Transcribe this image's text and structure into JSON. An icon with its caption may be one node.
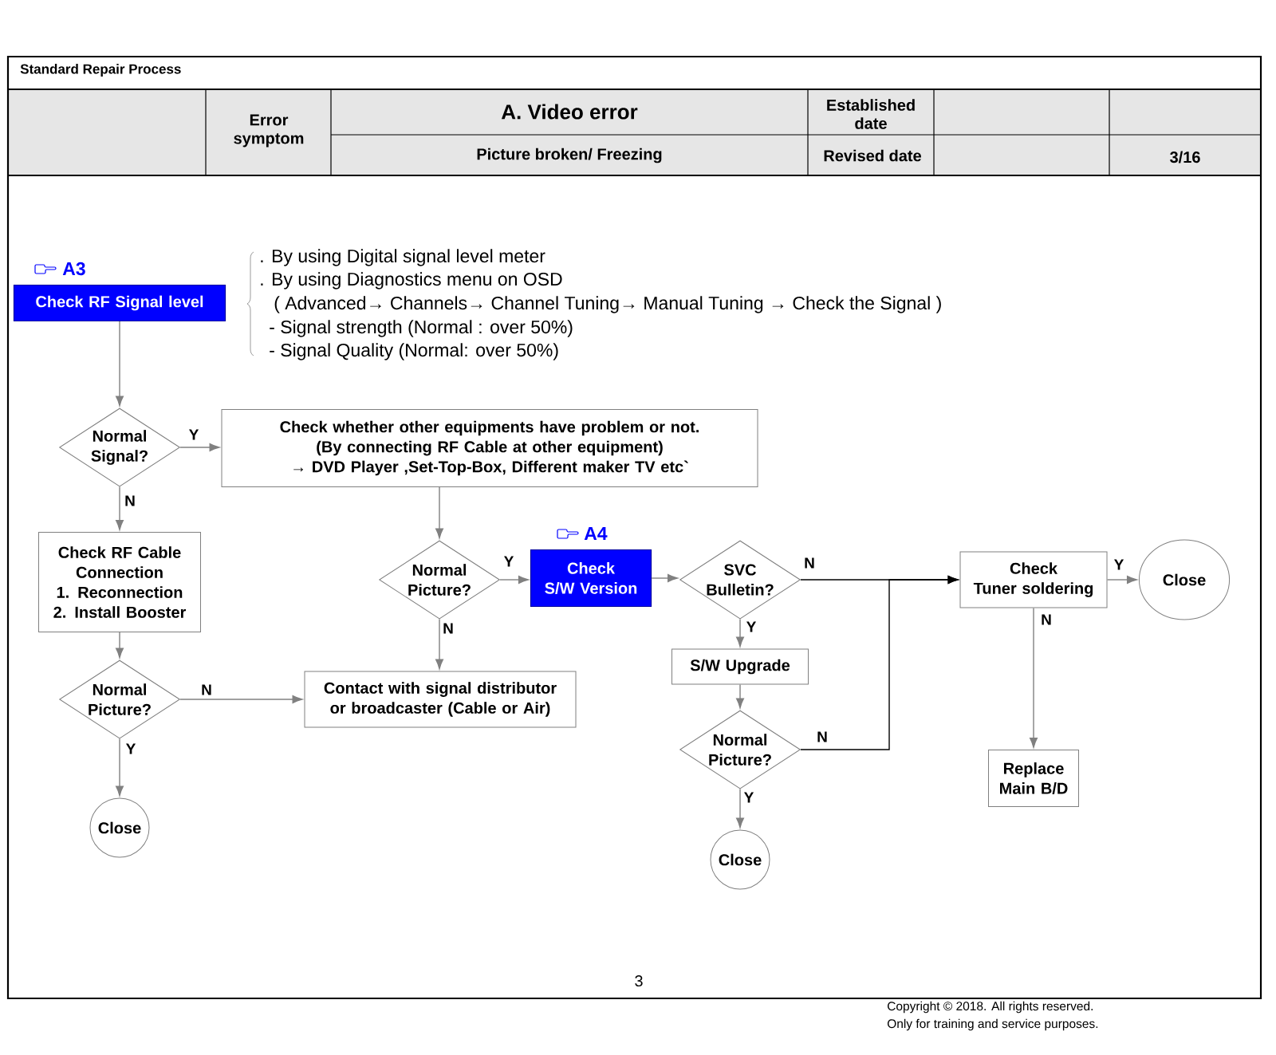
{
  "diagram": {
    "nodes": [
      {
        "text": [
          "Check RF Signal level"
        ],
        "beside": [
          "A3"
        ]
      },
      {
        "text": [
          "Normal Signal?"
        ]
      },
      {
        "text": [
          "Check whether other equipments have problem or not.",
          "(By connecting RF Cable at other equipment)",
          "→ DVD Player ,Set-Top-Box, Different maker TV etc`"
        ]
      },
      {
        "text": [
          "Check RF Cable Connection",
          "1. Reconnection",
          "2. Install Booster"
        ]
      },
      {
        "text": [
          "Normal Picture?"
        ]
      },
      {
        "text": [
          "Close"
        ]
      },
      {
        "text": [
          "Contact with signal distributor or broadcaster (Cable or Air)"
        ]
      },
      {
        "text": [
          "Normal Picture?"
        ]
      },
      {
        "text": [
          "Check",
          "S/W Version"
        ],
        "beside": [
          "A4"
        ]
      },
      {
        "text": [
          "SVC Bulletin?"
        ]
      },
      {
        "text": [
          "S/W Upgrade"
        ]
      },
      {
        "text": [
          "Normal Picture?"
        ]
      },
      {
        "text": [
          "Close"
        ]
      },
      {
        "text": [
          "Check",
          "Tuner soldering"
        ]
      },
      {
        "text": [
          "Close"
        ]
      },
      {
        "text": [
          "Replace Main B/D"
        ]
      }
    ],
    "edges": [
      {
        "from": 0,
        "to": 1,
        "arrow": "to"
      },
      {
        "from": 1,
        "to": 2,
        "arrow": "to",
        "label": "Y"
      },
      {
        "from": 1,
        "to": 3,
        "arrow": "to",
        "label": "N"
      },
      {
        "from": 3,
        "to": 4,
        "arrow": "to"
      },
      {
        "from": 4,
        "to": 6,
        "arrow": "to",
        "label": "N"
      },
      {
        "from": 4,
        "to": 5,
        "arrow": "to",
        "label": "Y"
      },
      {
        "from": 2,
        "to": 7,
        "arrow": "to"
      },
      {
        "from": 7,
        "to": 8,
        "arrow": "to",
        "label": "Y"
      },
      {
        "from": 7,
        "to": 6,
        "arrow": "to",
        "label": "N"
      },
      {
        "from": 8,
        "to": 9,
        "arrow": "to"
      },
      {
        "from": 9,
        "to": 13,
        "arrow": "to",
        "label": "N",
        "color": "#000000"
      },
      {
        "from": 9,
        "to": 10,
        "arrow": "to",
        "label": "Y"
      },
      {
        "from": 10,
        "to": 11,
        "arrow": "to"
      },
      {
        "from": 11,
        "to": 13,
        "arrow": "to",
        "label": "N",
        "color": "#000000"
      },
      {
        "from": 11,
        "to": 12,
        "arrow": "to",
        "label": "Y"
      },
      {
        "from": 13,
        "to": 14,
        "arrow": "to",
        "label": "Y"
      },
      {
        "from": 13,
        "to": 15,
        "arrow": "to",
        "label": "N"
      }
    ],
    "labels": [
      "Standard Repair Process",
      "Error symptom",
      "A. Video error",
      "Established date",
      "Picture broken/ Freezing",
      "Revised date",
      "3/16",
      ". By using Digital signal level meter",
      ". By using Diagnostics menu on OSD",
      "( Advanced→ Channels→ Channel Tuning→ Manual Tuning → Check the Signal )",
      "- Signal strength (Normal : over 50%)",
      "- Signal Quality  (Normal: over 50%)",
      "3",
      "Copyright © 2018. All rights reserved.",
      "Only for training and service purposes."
    ]
  }
}
